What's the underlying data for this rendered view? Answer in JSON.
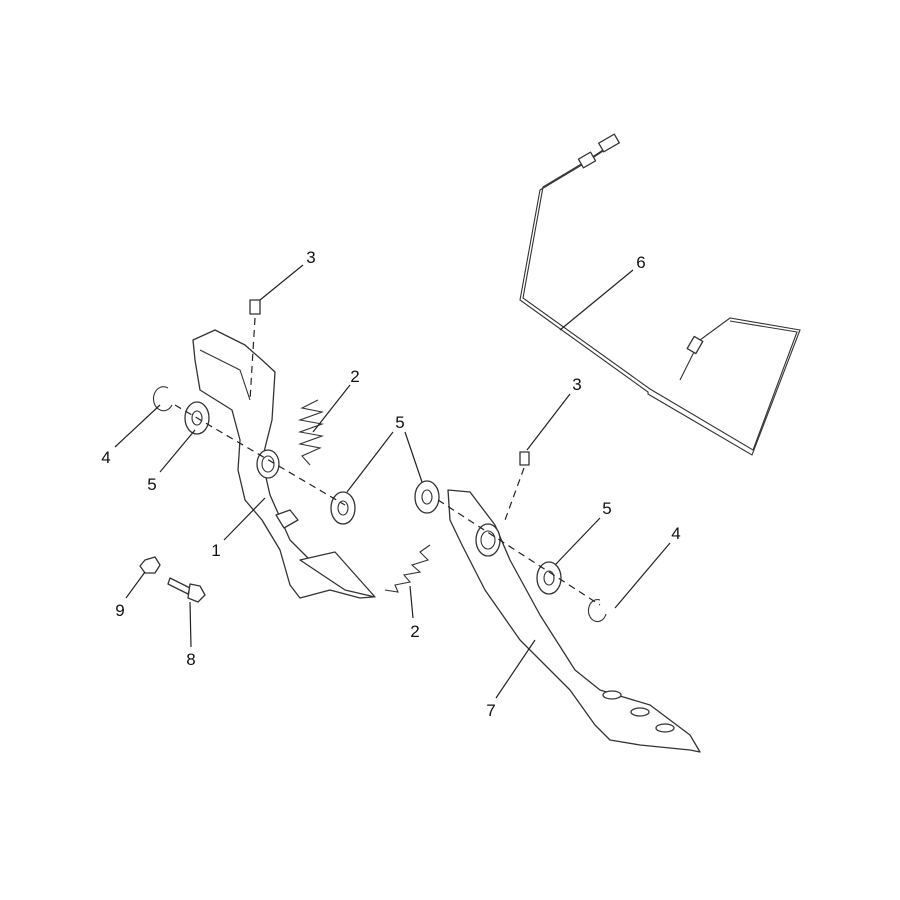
{
  "callouts": [
    {
      "label": "3",
      "part": "grease-fitting"
    },
    {
      "label": "6",
      "part": "cable"
    },
    {
      "label": "2",
      "part": "spring"
    },
    {
      "label": "5",
      "part": "washer"
    },
    {
      "label": "5",
      "part": "washer"
    },
    {
      "label": "3",
      "part": "grease-fitting"
    },
    {
      "label": "4",
      "part": "e-clip"
    },
    {
      "label": "5",
      "part": "washer"
    },
    {
      "label": "5",
      "part": "washer"
    },
    {
      "label": "4",
      "part": "e-clip"
    },
    {
      "label": "1",
      "part": "pedal-bracket"
    },
    {
      "label": "9",
      "part": "nut"
    },
    {
      "label": "8",
      "part": "bolt"
    },
    {
      "label": "2",
      "part": "spring"
    },
    {
      "label": "7",
      "part": "brake-pedal"
    }
  ]
}
